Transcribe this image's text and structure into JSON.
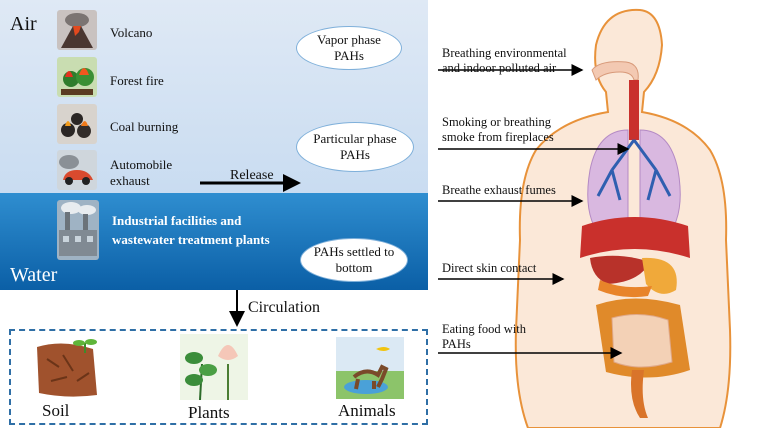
{
  "zones": {
    "air": "Air",
    "water": "Water"
  },
  "sources": [
    {
      "label": "Volcano",
      "icon": "volcano-icon"
    },
    {
      "label": "Forest fire",
      "icon": "forest-fire-icon"
    },
    {
      "label": "Coal burning",
      "icon": "coal-burning-icon"
    },
    {
      "label": "Automobile exhaust",
      "icon": "car-exhaust-icon"
    },
    {
      "label": "Industrial facilities and wastewater treatment plants",
      "icon": "factory-icon"
    }
  ],
  "phases": {
    "vapor": "Vapor phase PAHs",
    "particular": "Particular phase PAHs",
    "settled": "PAHs settled to bottom"
  },
  "flows": {
    "release": "Release",
    "circulation": "Circulation"
  },
  "categories": [
    {
      "label": "Soil",
      "icon": "soil-icon"
    },
    {
      "label": "Plants",
      "icon": "plants-icon"
    },
    {
      "label": "Animals",
      "icon": "animals-icon"
    }
  ],
  "routes": [
    "Breathing environmental and indoor polluted air",
    "Smoking or breathing smoke from fireplaces",
    "Breathe exhaust fumes",
    "Direct skin contact",
    "Eating food with PAHs"
  ],
  "colors": {
    "sky": "#d4e3f4",
    "water": "#1a73bc",
    "border": "#2f6fa6",
    "skin": "#f8e3d2",
    "outline": "#e8923a"
  }
}
